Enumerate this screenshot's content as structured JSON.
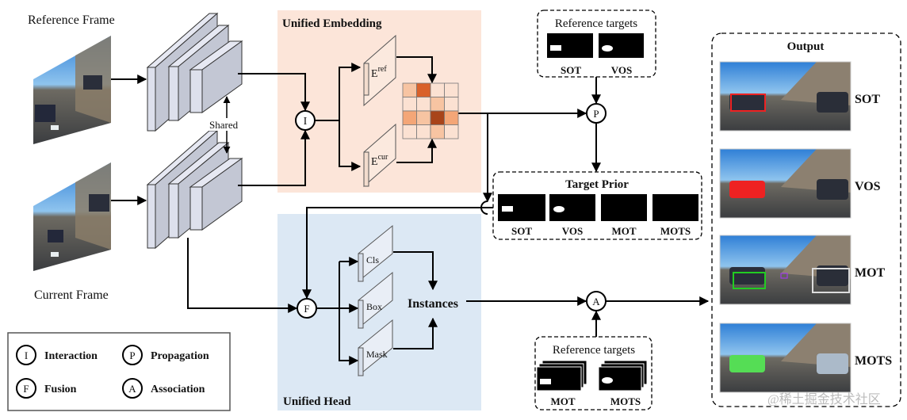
{
  "inputs": {
    "reference_frame_label": "Reference Frame",
    "current_frame_label": "Current Frame",
    "shared_label": "Shared"
  },
  "unified_embedding": {
    "title": "Unified Embedding",
    "interaction_symbol": "I",
    "e_ref": {
      "base": "E",
      "sup": "ref"
    },
    "e_cur": {
      "base": "E",
      "sup": "cur"
    },
    "matrix_colors": [
      [
        "#f7c4a2",
        "#d9612a",
        "#fbe1d2",
        "#fbe1d2"
      ],
      [
        "#fbe1d2",
        "#fbe1d2",
        "#f7c4a2",
        "#fbe1d2"
      ],
      [
        "#f4a677",
        "#f7c4a2",
        "#a8441a",
        "#f4a677"
      ],
      [
        "#fbe1d2",
        "#fbe1d2",
        "#f7c4a2",
        "#fbe1d2"
      ]
    ],
    "background": "#fce5d9"
  },
  "reference_targets_top": {
    "title": "Reference targets",
    "items": [
      "SOT",
      "VOS"
    ]
  },
  "propagation_symbol": "P",
  "target_prior": {
    "title": "Target Prior",
    "items": [
      "SOT",
      "VOS",
      "MOT",
      "MOTS"
    ]
  },
  "unified_head": {
    "title": "Unified Head",
    "fusion_symbol": "F",
    "heads": [
      "Cls",
      "Box",
      "Mask"
    ],
    "instances_label": "Instances",
    "background": "#dce8f4"
  },
  "association_symbol": "A",
  "reference_targets_bottom": {
    "title": "Reference targets",
    "items": [
      "MOT",
      "MOTS"
    ]
  },
  "output": {
    "title": "Output",
    "items": [
      "SOT",
      "VOS",
      "MOT",
      "MOTS"
    ]
  },
  "legend": [
    {
      "symbol": "I",
      "label": "Interaction"
    },
    {
      "symbol": "P",
      "label": "Propagation"
    },
    {
      "symbol": "F",
      "label": "Fusion"
    },
    {
      "symbol": "A",
      "label": "Association"
    }
  ],
  "watermark": "@稀土掘金技术社区"
}
